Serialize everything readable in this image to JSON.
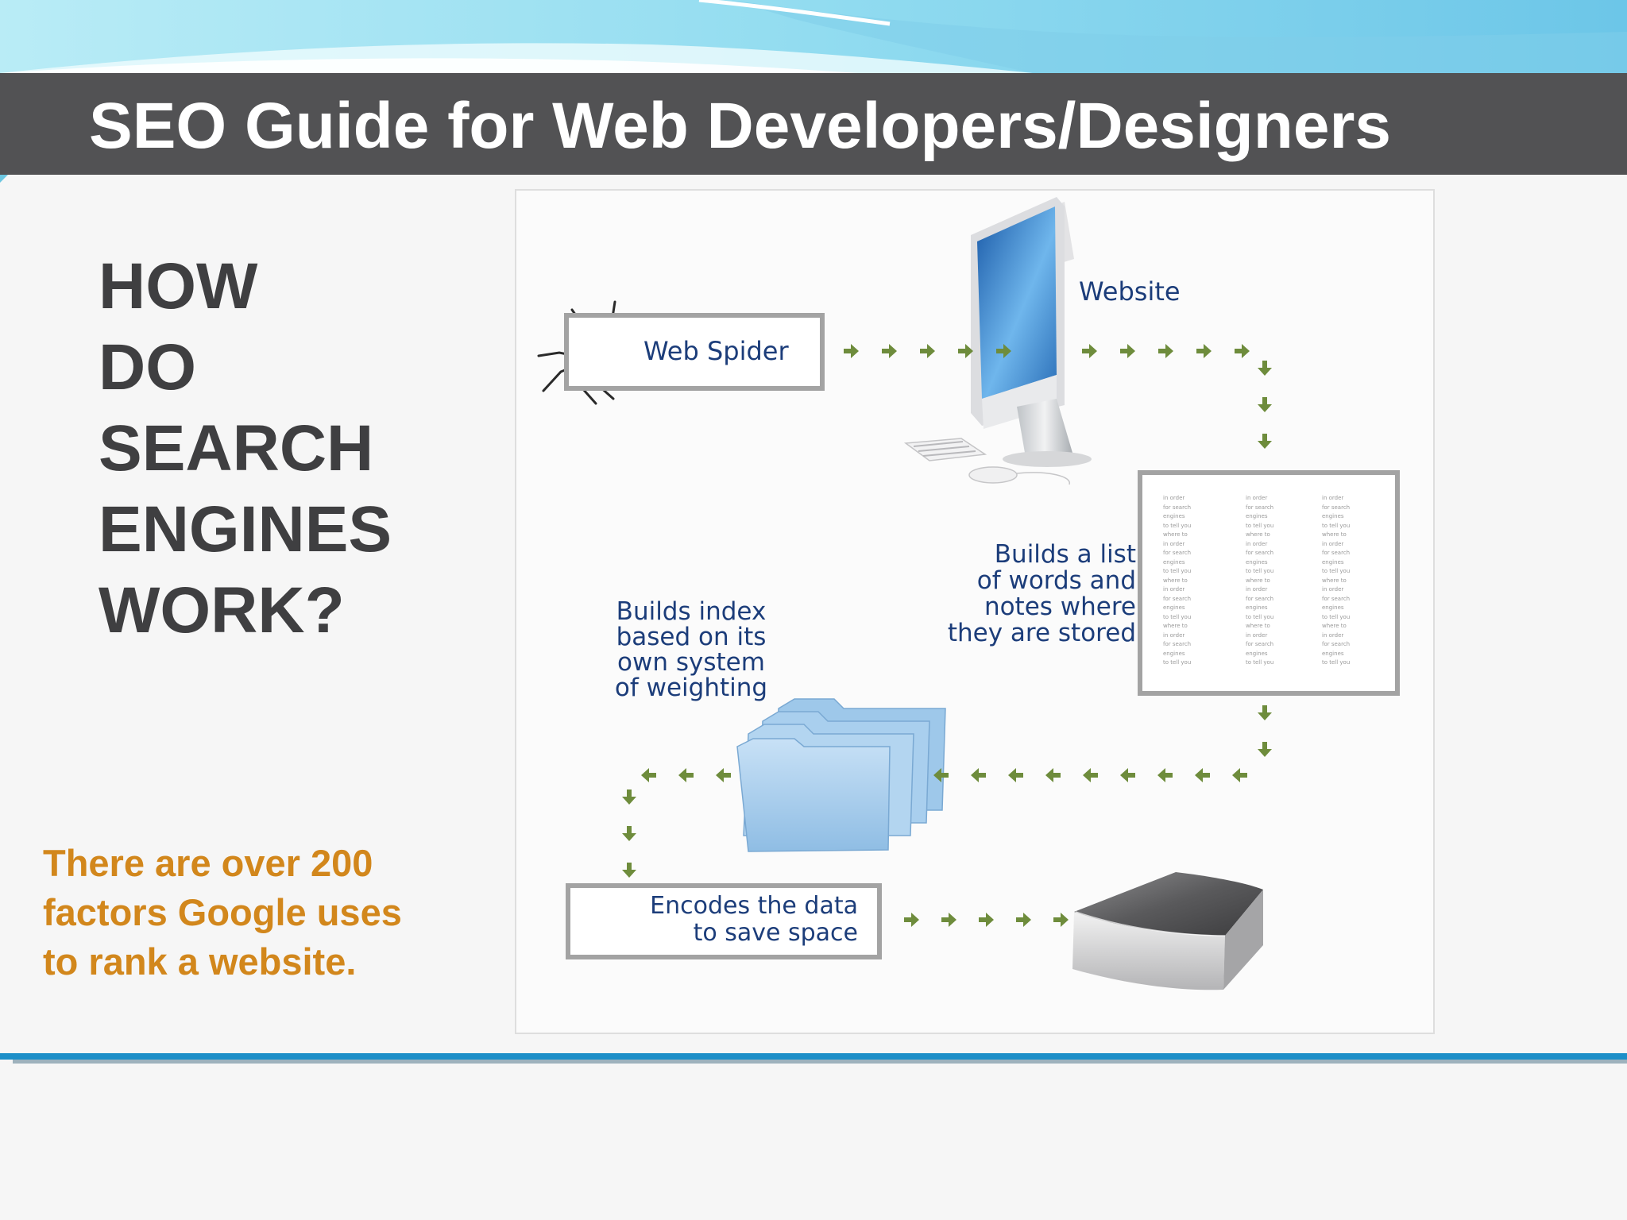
{
  "slide": {
    "title": "SEO Guide for Web Developers/Designers",
    "heading_lines": [
      "HOW",
      "DO",
      "SEARCH",
      "ENGINES",
      "WORK?"
    ],
    "note": "There are over 200 factors Google uses to rank a website."
  },
  "diagram": {
    "web_spider": "Web Spider",
    "website": "Website",
    "builds_list": [
      "Builds a list",
      "of words and",
      "notes where",
      "they are stored"
    ],
    "builds_index": [
      "Builds index",
      "based on its",
      "own system",
      "of weighting"
    ],
    "encodes": [
      "Encodes the data",
      "to save space"
    ],
    "stored_words": [
      "in order",
      "for search",
      "engines",
      "to tell you",
      "where to"
    ]
  },
  "colors": {
    "title_bar": "#525254",
    "heading_text": "#3f3f41",
    "note_text": "#d2871c",
    "diagram_label": "#1c3d7a",
    "arrow": "#6e8c3c",
    "rule": "#1d8fc8"
  }
}
